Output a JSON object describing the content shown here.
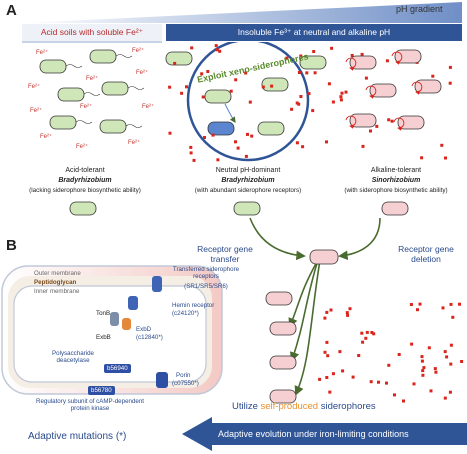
{
  "panel_a": {
    "letter": "A",
    "ph_gradient": "pH gradient",
    "acid_header": "Acid soils with soluble Fe²⁺",
    "insoluble_header": "Insoluble Fe³⁺ at neutral and alkaline pH",
    "fe_label": "Fe²⁺",
    "exploit_title": "Exploit xeno-siderophores",
    "groups": [
      {
        "line1": "Acid-tolerant",
        "line2": "Bradyrhizobium",
        "line3": "(lacking siderophore biosynthetic ability)"
      },
      {
        "line1": "Neutral pH-dominant",
        "line2": "Bradyrhizobium",
        "line3": "(with abundant siderophore receptors)"
      },
      {
        "line1": "Alkaline-tolerant",
        "line2": "Sinorhizobium",
        "line3": "(with siderophore biosynthetic ability)"
      }
    ],
    "colors": {
      "green_cell": "#cfe6b8",
      "pink_cell": "#f6cfd2",
      "red_iron": "#d9251c",
      "blue_bar": "#2f5597"
    }
  },
  "panel_b": {
    "letter": "B",
    "receptor_transfer": "Receptor gene transfer",
    "receptor_deletion": "Receptor gene deletion",
    "outer_membrane": "Outer membrane",
    "peptidoglycan": "Peptidoglycan",
    "inner_membrane": "Inner membrane",
    "tonb": "TonB",
    "exbb": "ExbB",
    "exbd": "ExbD",
    "exbd_id": "(c12840*)",
    "transferred_receptors": "Transferred siderophore receptors",
    "transferred_ids": "(SR1/SR5/SR6)",
    "hemin_receptor": "Hemin receptor",
    "hemin_id": "(c24120*)",
    "polysaccharide": "Polysaccharide deacetylase",
    "b56940": "b56940",
    "b56780": "b56780",
    "porin": "Porin",
    "porin_id": "(c07550*)",
    "regulatory": "Regulatory subunit of cAMP-dependent protein kinase",
    "utilize_prefix": "Utilize ",
    "utilize_highlight": "self-produced",
    "utilize_suffix": " siderophores",
    "adaptive_evolution": "Adaptive evolution under iron-limiting conditions",
    "adaptive_mutations": "Adaptive mutations (*)"
  }
}
